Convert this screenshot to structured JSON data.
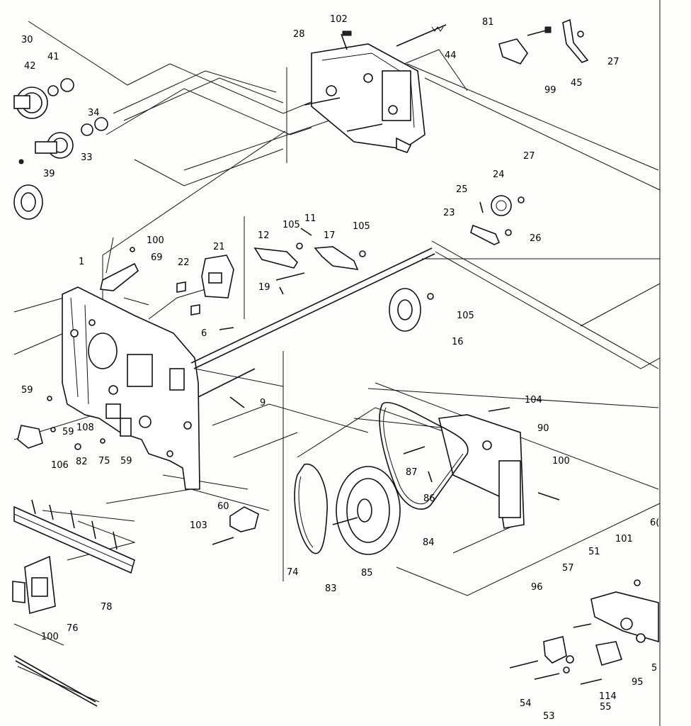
{
  "diagram": {
    "labels": [
      {
        "id": "l30",
        "text": "30"
      },
      {
        "id": "l102",
        "text": "102"
      },
      {
        "id": "l28",
        "text": "28"
      },
      {
        "id": "l81",
        "text": "81"
      },
      {
        "id": "l42",
        "text": "42"
      },
      {
        "id": "l41",
        "text": "41"
      },
      {
        "id": "l44",
        "text": "44"
      },
      {
        "id": "l27a",
        "text": "27"
      },
      {
        "id": "l99",
        "text": "99"
      },
      {
        "id": "l45",
        "text": "45"
      },
      {
        "id": "l34",
        "text": "34"
      },
      {
        "id": "l33",
        "text": "33"
      },
      {
        "id": "l39",
        "text": "39"
      },
      {
        "id": "l27b",
        "text": "27"
      },
      {
        "id": "l24",
        "text": "24"
      },
      {
        "id": "l25",
        "text": "25"
      },
      {
        "id": "l23",
        "text": "23"
      },
      {
        "id": "l26",
        "text": "26"
      },
      {
        "id": "l100a",
        "text": "100"
      },
      {
        "id": "l69",
        "text": "69"
      },
      {
        "id": "l21",
        "text": "21"
      },
      {
        "id": "l105a",
        "text": "105"
      },
      {
        "id": "l11",
        "text": "11"
      },
      {
        "id": "l12",
        "text": "12"
      },
      {
        "id": "l17",
        "text": "17"
      },
      {
        "id": "l105b",
        "text": "105"
      },
      {
        "id": "l1",
        "text": "1"
      },
      {
        "id": "l22",
        "text": "22"
      },
      {
        "id": "l19",
        "text": "19"
      },
      {
        "id": "l105c",
        "text": "105"
      },
      {
        "id": "l6",
        "text": "6"
      },
      {
        "id": "l16",
        "text": "16"
      },
      {
        "id": "l59a",
        "text": "59"
      },
      {
        "id": "l9",
        "text": "9"
      },
      {
        "id": "l104",
        "text": "104"
      },
      {
        "id": "l90",
        "text": "90"
      },
      {
        "id": "l59b",
        "text": "59"
      },
      {
        "id": "l108",
        "text": "108"
      },
      {
        "id": "l106",
        "text": "106"
      },
      {
        "id": "l82",
        "text": "82"
      },
      {
        "id": "l75",
        "text": "75"
      },
      {
        "id": "l59c",
        "text": "59"
      },
      {
        "id": "l87",
        "text": "87"
      },
      {
        "id": "l100b",
        "text": "100"
      },
      {
        "id": "l86",
        "text": "86"
      },
      {
        "id": "l60",
        "text": "60"
      },
      {
        "id": "l103",
        "text": "103"
      },
      {
        "id": "l84",
        "text": "84"
      },
      {
        "id": "l6x",
        "text": "6("
      },
      {
        "id": "l101",
        "text": "101"
      },
      {
        "id": "l51",
        "text": "51"
      },
      {
        "id": "l74",
        "text": "74"
      },
      {
        "id": "l83",
        "text": "83"
      },
      {
        "id": "l85",
        "text": "85"
      },
      {
        "id": "l57",
        "text": "57"
      },
      {
        "id": "l96",
        "text": "96"
      },
      {
        "id": "l78",
        "text": "78"
      },
      {
        "id": "l76",
        "text": "76"
      },
      {
        "id": "l100c",
        "text": "100"
      },
      {
        "id": "l5",
        "text": "5"
      },
      {
        "id": "l95",
        "text": "95"
      },
      {
        "id": "l114",
        "text": "114"
      },
      {
        "id": "l54",
        "text": "54"
      },
      {
        "id": "l53",
        "text": "53"
      },
      {
        "id": "l55",
        "text": "55"
      }
    ]
  }
}
